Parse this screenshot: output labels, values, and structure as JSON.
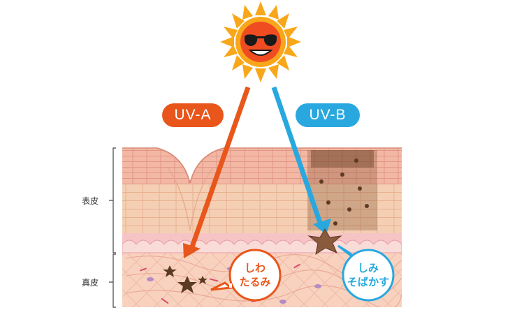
{
  "labels": {
    "epidermis": "表皮",
    "dermis": "真皮"
  },
  "uva": {
    "label": "UV-A",
    "color": "#e8561b"
  },
  "uvb": {
    "label": "UV-B",
    "color": "#29a8e0"
  },
  "bubble_uva": {
    "line1": "しわ",
    "line2": "たるみ"
  },
  "bubble_uvb": {
    "line1": "しみ",
    "line2": "そばかす"
  },
  "colors": {
    "sun": "#f9a71a",
    "sun_face": "#f04c22",
    "epidermis_top": "#f2b6a3",
    "epidermis_mid": "#f6d3b5",
    "dermis": "#f7c9b4",
    "melanin": "#7a5236"
  },
  "icons": [
    "sun-icon",
    "sunglasses-icon",
    "wrinkle-star-icon",
    "spot-star-icon"
  ]
}
